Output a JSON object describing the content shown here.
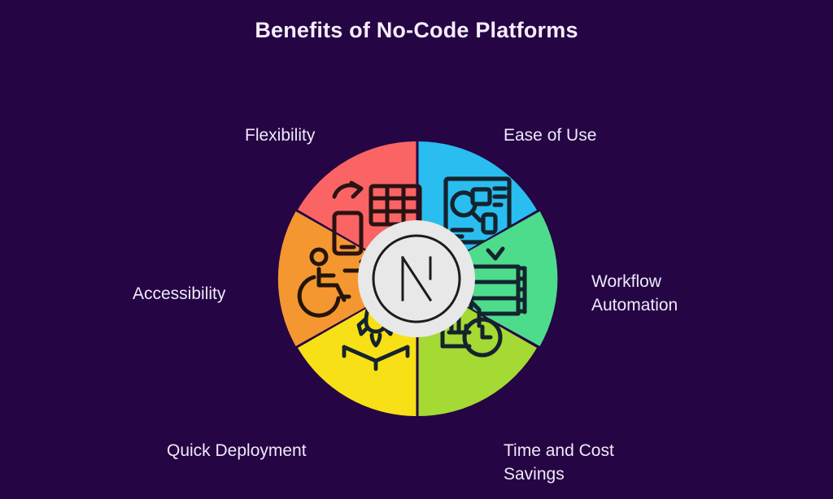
{
  "page": {
    "title": "Benefits of No-Code Platforms",
    "background_color": "#250543",
    "text_color": "#f0e9fa"
  },
  "hub": {
    "logo_name": "next-js-n-logo",
    "fill_color": "#e8e8e8",
    "stroke_color": "#1c1c1c",
    "letter": "N"
  },
  "chart_data": {
    "type": "pie",
    "title": "Benefits of No-Code Platforms",
    "legend": "labels placed around wheel",
    "categories": [
      "Ease of Use",
      "Workflow Automation",
      "Time and Cost Savings",
      "Quick Deployment",
      "Accessibility",
      "Flexibility"
    ],
    "values": [
      1,
      1,
      1,
      1,
      1,
      1
    ],
    "colors": [
      "#29bdf0",
      "#4ddc8c",
      "#a5d934",
      "#f7e016",
      "#f59731",
      "#fa6464"
    ]
  },
  "segments": [
    {
      "id": "ease-of-use",
      "label": "Ease of Use",
      "color": "#29bdf0",
      "icon": "screen-magnifier-icon",
      "start_angle": -90,
      "end_angle": -30
    },
    {
      "id": "workflow-automation",
      "label": "Workflow\nAutomation",
      "color": "#4ddc8c",
      "icon": "workflow-checkmark-icon",
      "start_angle": -30,
      "end_angle": 30
    },
    {
      "id": "time-and-cost-savings",
      "label": "Time and Cost\nSavings",
      "color": "#a5d934",
      "icon": "document-chart-clock-icon",
      "start_angle": 30,
      "end_angle": 90
    },
    {
      "id": "quick-deployment",
      "label": "Quick Deployment",
      "color": "#f7e016",
      "icon": "rocket-launch-icon",
      "start_angle": 90,
      "end_angle": 150
    },
    {
      "id": "accessibility",
      "label": "Accessibility",
      "color": "#f59731",
      "icon": "wheelchair-access-icon",
      "start_angle": 150,
      "end_angle": 210
    },
    {
      "id": "flexibility",
      "label": "Flexibility",
      "color": "#fa6464",
      "icon": "phone-to-grid-icon",
      "start_angle": 210,
      "end_angle": 270
    }
  ]
}
